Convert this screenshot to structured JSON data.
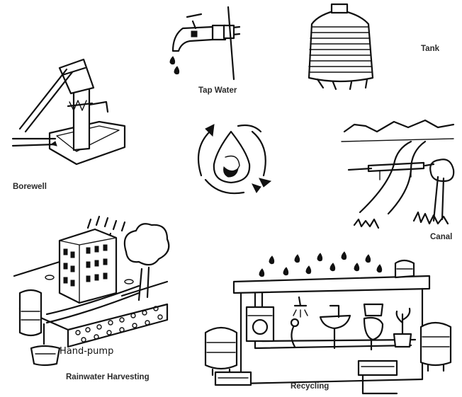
{
  "labels": {
    "tap_water": "Tap Water",
    "tank": "Tank",
    "borewell": "Borewell",
    "canal": "Canal",
    "hand_pump": "Hand-pump",
    "rainwater_harvesting": "Rainwater Harvesting",
    "recycling": "Recycling"
  },
  "icons": {
    "center": "water-cycle-icon",
    "tap": "tap-icon",
    "tank": "water-tank-icon",
    "borewell": "hand-pump-icon",
    "canal": "canal-icon",
    "harvesting": "rainwater-harvesting-icon",
    "recycling": "recycling-house-icon"
  },
  "colors": {
    "ink": "#111111",
    "background": "#ffffff"
  }
}
